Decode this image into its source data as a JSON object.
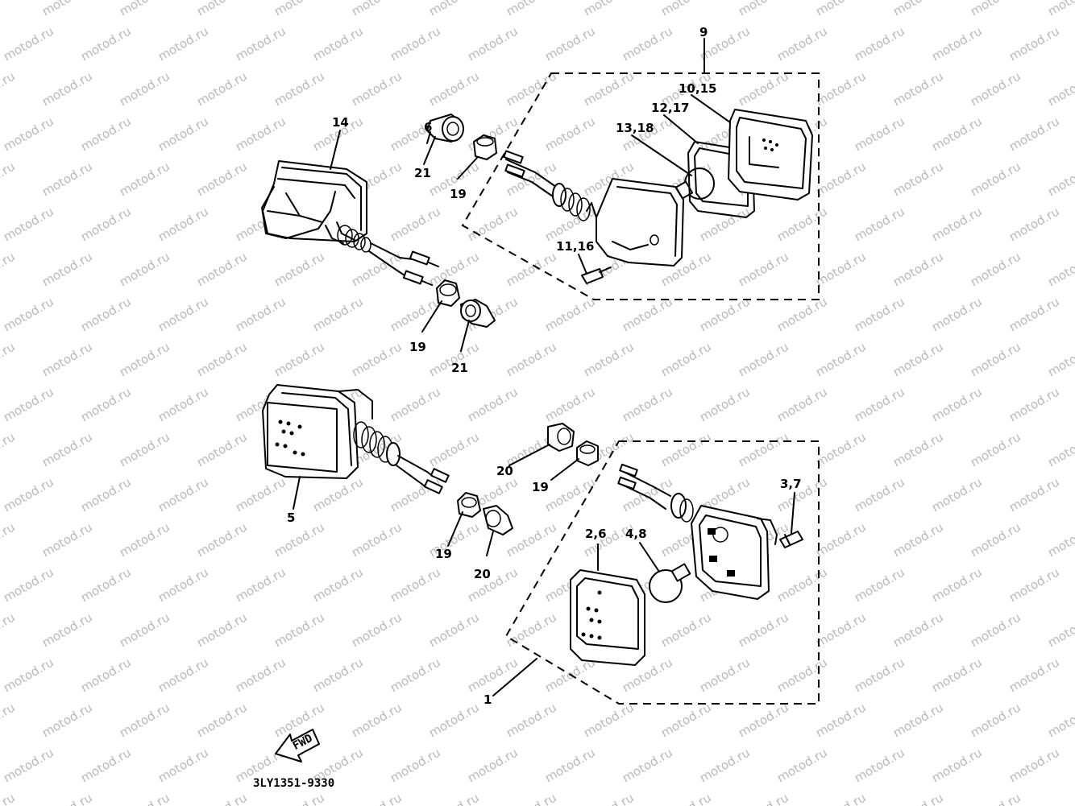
{
  "watermark": "motod.ru",
  "part_code": "3LY1351-9330",
  "fwd_label": "FWD",
  "callouts": [
    "9",
    "10,15",
    "12,17",
    "13,18",
    "14",
    "6",
    "21",
    "19",
    "11,16",
    "19",
    "21",
    "20",
    "19",
    "5",
    "3,7",
    "19",
    "20",
    "2,6",
    "4,8",
    "1"
  ]
}
